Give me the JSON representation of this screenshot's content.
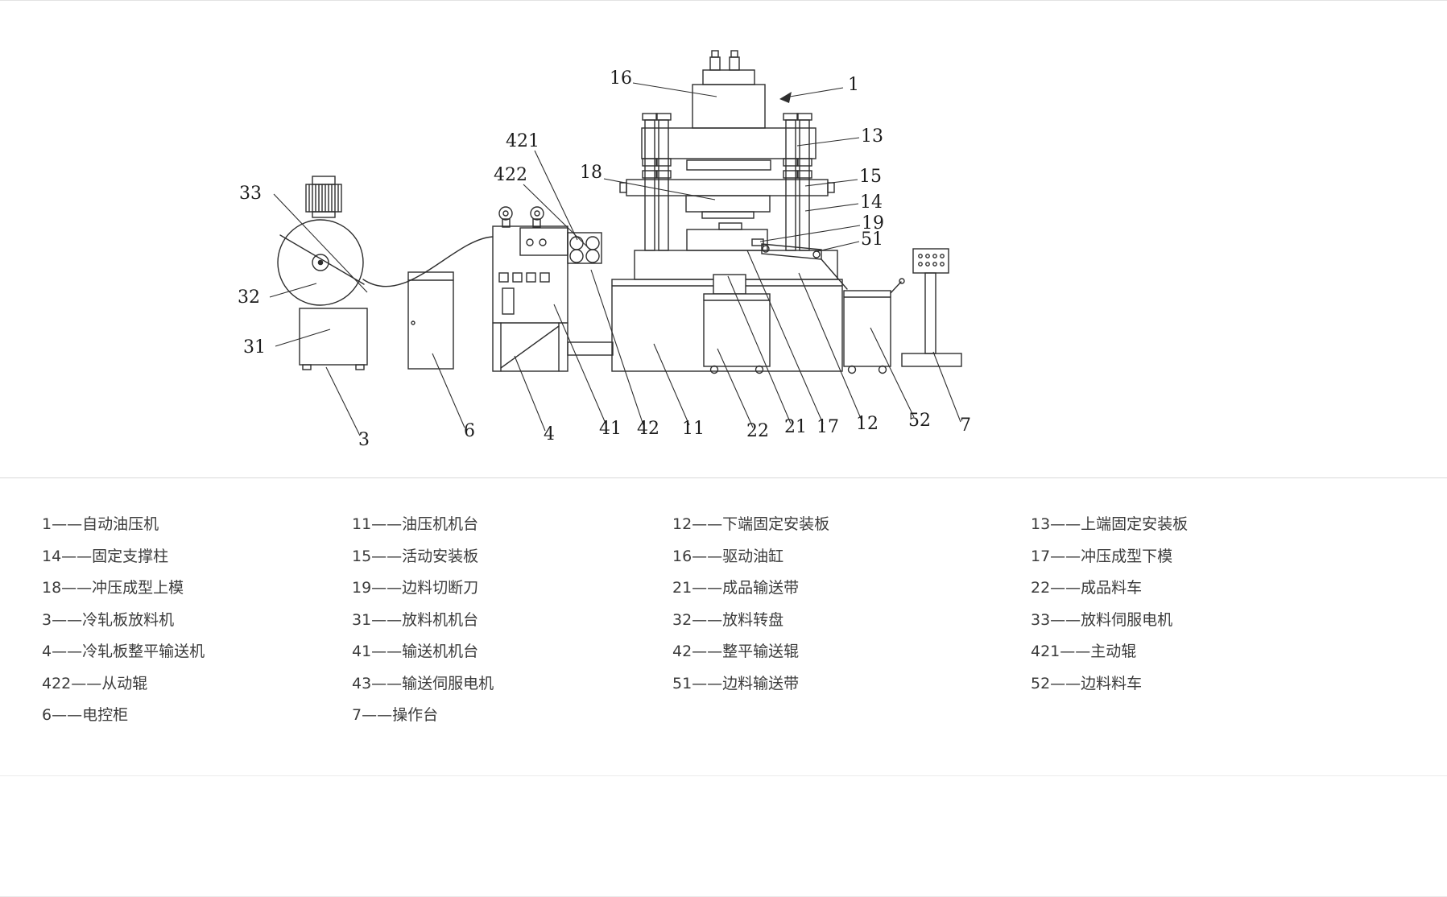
{
  "figure": {
    "callouts": {
      "c1": "1",
      "c3": "3",
      "c4": "4",
      "c6": "6",
      "c7": "7",
      "c11": "11",
      "c12": "12",
      "c13": "13",
      "c14": "14",
      "c15": "15",
      "c16": "16",
      "c17": "17",
      "c18": "18",
      "c19": "19",
      "c21": "21",
      "c22": "22",
      "c31": "31",
      "c32": "32",
      "c33": "33",
      "c41": "41",
      "c42": "42",
      "c51": "51",
      "c52": "52",
      "c421": "421",
      "c422": "422"
    }
  },
  "legend": {
    "col1": [
      "1——自动油压机",
      "14——固定支撑柱",
      "18——冲压成型上模",
      "3——冷轧板放料机",
      "4——冷轧板整平输送机",
      "422——从动辊",
      "6——电控柜"
    ],
    "col2": [
      "11——油压机机台",
      "15——活动安装板",
      "19——边料切断刀",
      "31——放料机机台",
      "41——输送机机台",
      "43——输送伺服电机",
      "7——操作台"
    ],
    "col3": [
      "12——下端固定安装板",
      "16——驱动油缸",
      "21——成品输送带",
      "32——放料转盘",
      "42——整平输送辊",
      "51——边料输送带"
    ],
    "col4": [
      "13——上端固定安装板",
      "17——冲压成型下模",
      "22——成品料车",
      "33——放料伺服电机",
      "421——主动辊",
      "52——边料料车"
    ]
  },
  "colors": {
    "line": "#2e2e2e",
    "text": "#3b3b3b",
    "divider": "#d8d8d8",
    "background": "#ffffff"
  }
}
